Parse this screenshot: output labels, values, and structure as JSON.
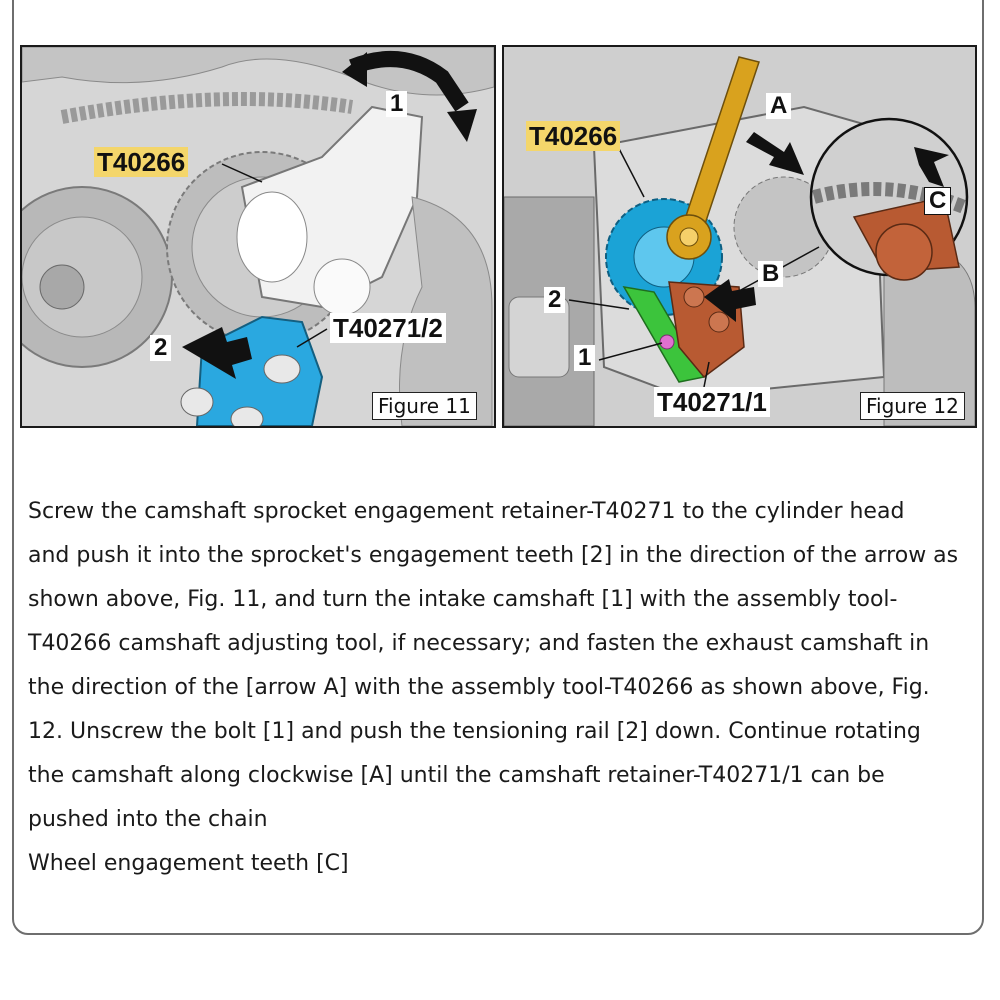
{
  "figure11": {
    "caption": "Figure 11",
    "tool_label": "T40266",
    "retainer_label": "T40271/2",
    "marker_1": "1",
    "marker_2": "2"
  },
  "figure12": {
    "caption": "Figure 12",
    "tool_label": "T40266",
    "retainer_label": "T40271/1",
    "marker_A": "A",
    "marker_B": "B",
    "marker_C": "C",
    "marker_1": "1",
    "marker_2": "2"
  },
  "instructions": {
    "lines": [
      "Screw the camshaft sprocket engagement retainer-T40271 to the cylinder head",
      "and push it into the sprocket's engagement teeth [2] in the direction of the arrow as",
      "shown above, Fig. 11, and turn the intake camshaft [1] with the assembly tool-",
      "T40266 camshaft adjusting tool, if necessary; and fasten the exhaust camshaft in",
      "the direction of the [arrow A] with the assembly tool-T40266 as shown above, Fig.",
      "12. Unscrew the bolt [1] and push the tensioning rail [2] down. Continue rotating",
      "the camshaft along clockwise [A] until the camshaft retainer-T40271/1 can be",
      "pushed into the chain",
      "Wheel engagement teeth [C]"
    ]
  },
  "colors": {
    "tool_highlight": "#f4d66b",
    "retainer_blue": "#2aa8e0",
    "sprocket_cyan": "#1ba3d6",
    "wrench_gold": "#d9a21e",
    "retainer_brown": "#b85a32",
    "rail_green": "#3cc43c",
    "bolt_pink": "#e070d0"
  }
}
